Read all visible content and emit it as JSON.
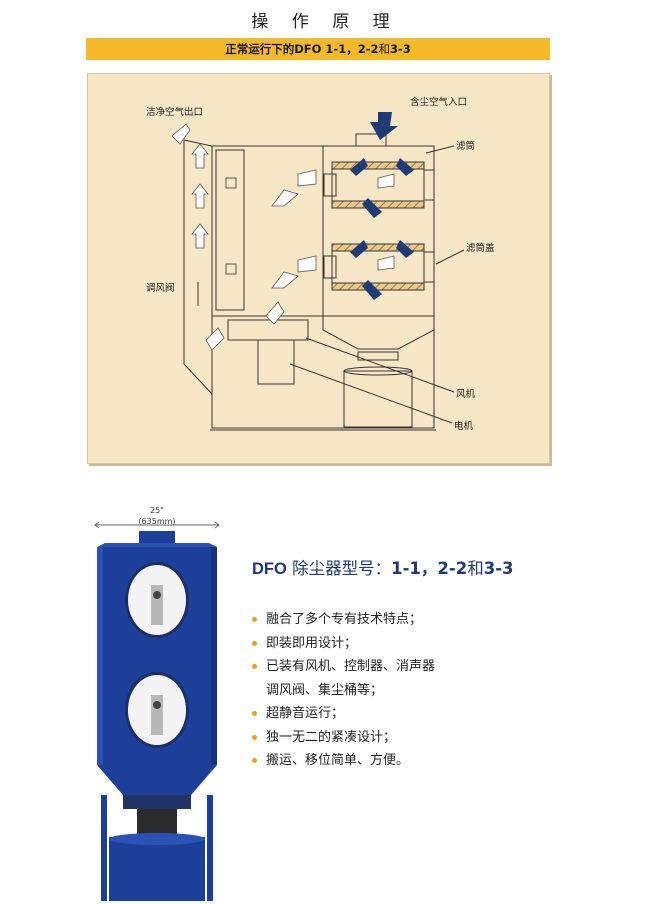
{
  "page_title": "操 作 原 理",
  "banner": {
    "prefix": "正常运行下的",
    "dfo": "DFO",
    "models_a": "1-1，2-2",
    "and": "和",
    "models_b": "3-3"
  },
  "diagram": {
    "labels": {
      "clean_air_outlet": "洁净空气出口",
      "dusty_air_inlet": "含尘空气入口",
      "filter_cartridge": "滤筒",
      "filter_cover": "滤筒盖",
      "damper": "调风阀",
      "fan": "风机",
      "motor": "电机"
    },
    "colors": {
      "panel": "#f8e7c6",
      "arrow_dark": "#1f3a75",
      "arrow_light": "#ffffff",
      "filter_hatch": "#c9964a"
    }
  },
  "product": {
    "dimension_inch": "25\"",
    "dimension_mm": "(635mm)",
    "colors": {
      "body": "#1c3f9a",
      "door": "#f4f4f4"
    }
  },
  "model_heading": {
    "brand": "DFO",
    "text": " 除尘器型号：",
    "models_a": "1-1，2-2",
    "and": "和",
    "models_b": "3-3"
  },
  "features": [
    "融合了多个专有技术特点；",
    "即装即用设计；",
    "已装有风机、控制器、消声器",
    "调风阀、集尘桶等；",
    "超静音运行；",
    "独一无二的紧凑设计；",
    "搬运、移位简单、方便。"
  ]
}
